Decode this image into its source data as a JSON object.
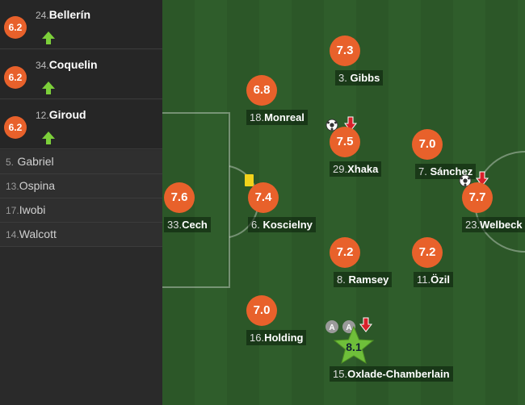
{
  "subs": [
    {
      "num": "24.",
      "name": "Bellerín",
      "rating": "6.2"
    },
    {
      "num": "34.",
      "name": "Coquelin",
      "rating": "6.2"
    },
    {
      "num": "12.",
      "name": "Giroud",
      "rating": "6.2"
    }
  ],
  "bench": [
    {
      "num": "5.",
      "name": "Gabriel"
    },
    {
      "num": "13.",
      "name": "Ospina"
    },
    {
      "num": "17.",
      "name": "Iwobi"
    },
    {
      "num": "14.",
      "name": "Walcott"
    }
  ],
  "players": {
    "cech": {
      "num": "33.",
      "name": "Cech",
      "rating": "7.6"
    },
    "koscielny": {
      "num": "6.",
      "name": "Koscielny",
      "rating": "7.4"
    },
    "monreal": {
      "num": "18.",
      "name": "Monreal",
      "rating": "6.8"
    },
    "holding": {
      "num": "16.",
      "name": "Holding",
      "rating": "7.0"
    },
    "gibbs": {
      "num": "3.",
      "name": "Gibbs",
      "rating": "7.3"
    },
    "xhaka": {
      "num": "29.",
      "name": "Xhaka",
      "rating": "7.5"
    },
    "ramsey": {
      "num": "8.",
      "name": "Ramsey",
      "rating": "7.2"
    },
    "oxlade": {
      "num": "15.",
      "name": "Oxlade-Chamberlain",
      "rating": "8.1"
    },
    "sanchez": {
      "num": "7.",
      "name": "Sánchez",
      "rating": "7.0"
    },
    "ozil": {
      "num": "11.",
      "name": "Özil",
      "rating": "7.2"
    },
    "welbeck": {
      "num": "23.",
      "name": "Welbeck",
      "rating": "7.7"
    }
  },
  "assist_badge": "A",
  "colors": {
    "rating": "#e8612b",
    "motm_star": "#6fbf3a",
    "sub_on": "#7ccf3a",
    "sub_off": "#d8202a",
    "yellow_card": "#f2d21b"
  }
}
